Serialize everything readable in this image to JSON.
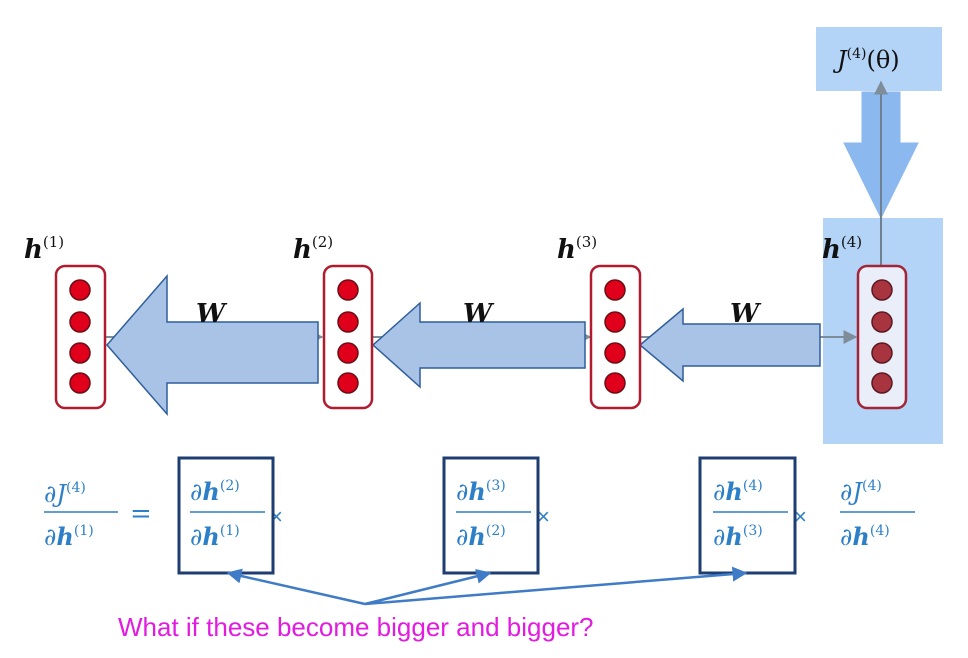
{
  "nodes": [
    {
      "label": "h",
      "sup": "(1)"
    },
    {
      "label": "h",
      "sup": "(2)"
    },
    {
      "label": "h",
      "sup": "(3)"
    },
    {
      "label": "h",
      "sup": "(4)"
    }
  ],
  "weights": [
    "W",
    "W",
    "W"
  ],
  "loss": {
    "base": "J",
    "sup": "(4)",
    "arg": "(θ)"
  },
  "equation": {
    "lhs": {
      "num_d": "∂",
      "num_base": "J",
      "num_sup": "(4)",
      "den_d": "∂",
      "den_base": "h",
      "den_sup": "(1)"
    },
    "equals": "=",
    "times": "×",
    "terms": [
      {
        "num_d": "∂",
        "num_base": "h",
        "num_sup": "(2)",
        "den_d": "∂",
        "den_base": "h",
        "den_sup": "(1)"
      },
      {
        "num_d": "∂",
        "num_base": "h",
        "num_sup": "(3)",
        "den_d": "∂",
        "den_base": "h",
        "den_sup": "(2)"
      },
      {
        "num_d": "∂",
        "num_base": "h",
        "num_sup": "(4)",
        "den_d": "∂",
        "den_base": "h",
        "den_sup": "(3)"
      },
      {
        "num_d": "∂",
        "num_base": "J",
        "num_sup": "(4)",
        "den_d": "∂",
        "den_base": "h",
        "den_sup": "(4)"
      }
    ]
  },
  "question": "What if these become bigger and bigger?",
  "colors": {
    "node_border": "#b01b2e",
    "neuron": "#e0001b",
    "neuron_highlight": "#a8343f",
    "highlight_bg": "#b3d3f7",
    "grad_arrow_fill": "#a8c3e6",
    "grad_arrow_stroke": "#2f5e9c",
    "equation_text": "#2d7fc8",
    "box_stroke": "#1e3e72",
    "pointer_arrow": "#3f7bc6",
    "question": "#e21be0"
  }
}
